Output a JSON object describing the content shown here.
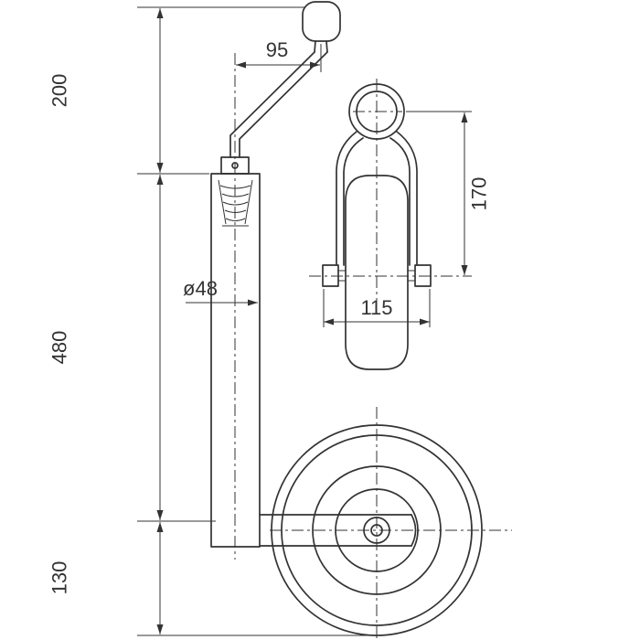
{
  "drawing": {
    "subject": "jockey-wheel-dimensional-drawing",
    "dimensions": {
      "crank_offset": "95",
      "upper_height": "200",
      "tube_length": "480",
      "ground_clearance": "130",
      "tube_diameter": "ø48",
      "fork_height": "170",
      "wheel_width": "115"
    },
    "colors": {
      "line": "#333333",
      "background": "#ffffff"
    }
  }
}
